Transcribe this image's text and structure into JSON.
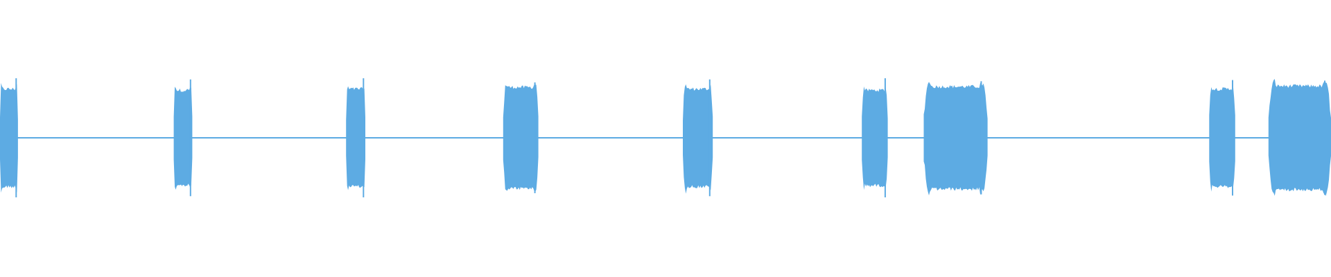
{
  "waveform": {
    "color": "#5dabe3",
    "background": "#ffffff",
    "duration_fraction_note": "",
    "segments": [
      {
        "start": 0.0,
        "end": 0.0135,
        "peak": 1.0,
        "level": 0.82
      },
      {
        "start": 0.1305,
        "end": 0.1445,
        "peak": 0.98,
        "level": 0.8
      },
      {
        "start": 0.26,
        "end": 0.2745,
        "peak": 1.0,
        "level": 0.82
      },
      {
        "start": 0.378,
        "end": 0.4045,
        "peak": 0.93,
        "level": 0.85
      },
      {
        "start": 0.513,
        "end": 0.5355,
        "peak": 0.98,
        "level": 0.82
      },
      {
        "start": 0.6475,
        "end": 0.667,
        "peak": 1.0,
        "level": 0.8
      },
      {
        "start": 0.694,
        "end": 0.742,
        "peak": 0.95,
        "level": 0.86
      },
      {
        "start": 0.9085,
        "end": 0.928,
        "peak": 0.97,
        "level": 0.82
      },
      {
        "start": 0.953,
        "end": 1.0,
        "peak": 0.96,
        "level": 0.87
      }
    ],
    "baseline_level": 0.012
  }
}
